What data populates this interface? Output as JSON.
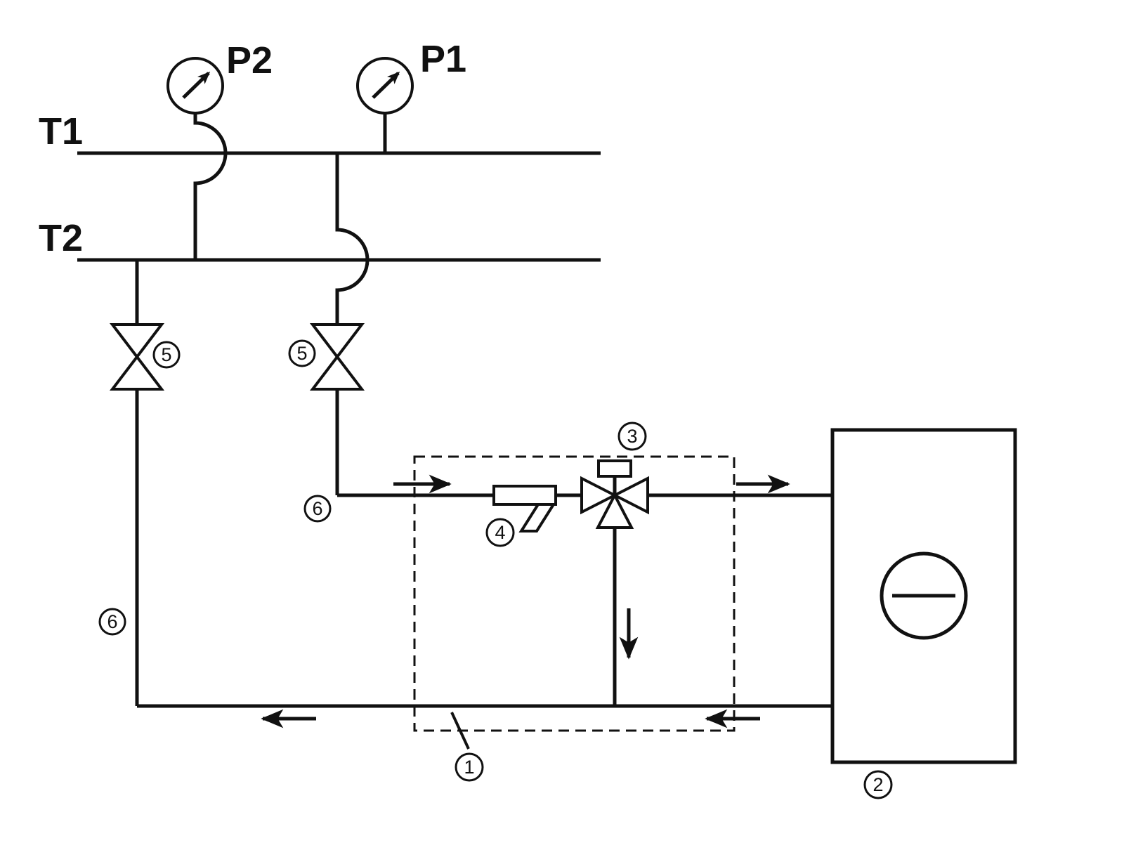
{
  "diagram": {
    "line_labels": {
      "t1": "T1",
      "t2": "T2"
    },
    "gauge_labels": {
      "p1": "P1",
      "p2": "P2"
    },
    "callouts": {
      "mixing_unit_boundary": "1",
      "boiler_unit": "2",
      "three_way_valve": "3",
      "strainer": "4",
      "shutoff_valve_left": "5",
      "shutoff_valve_right": "5",
      "pipe_return": "6",
      "pipe_supply": "6"
    },
    "colors": {
      "line": "#111111",
      "background": "#ffffff"
    }
  }
}
